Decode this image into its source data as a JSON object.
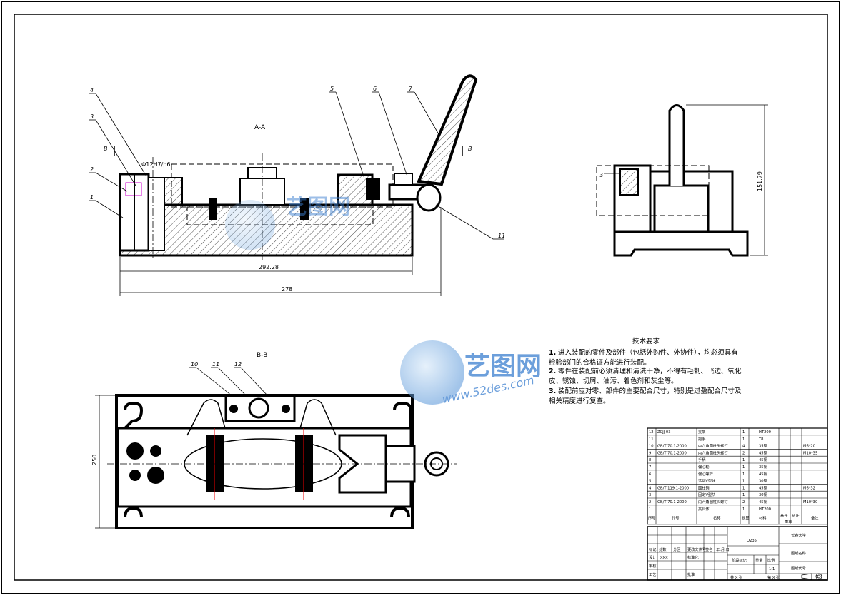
{
  "views": {
    "section_aa": "A-A",
    "section_bb": "B-B",
    "cut_mark_left": "B",
    "cut_mark_right": "B"
  },
  "balloons": {
    "front": [
      "4",
      "3",
      "2",
      "1",
      "5",
      "6",
      "7",
      "11"
    ],
    "side": [
      "3"
    ],
    "top": [
      "10",
      "11",
      "12"
    ]
  },
  "dimensions": {
    "fit": "Φ12H7/p6",
    "len_inner": "292.28",
    "len_outer": "278",
    "height": "151.79",
    "width": "250"
  },
  "tech_requirements": {
    "heading": "技术要求",
    "items": [
      {
        "num": "1.",
        "lines": [
          "进入装配的零件及部件（包括外购件、外协件），均必须具有",
          "检验部门的合格证方能进行装配。"
        ]
      },
      {
        "num": "2.",
        "lines": [
          "零件在装配前必须清理和清洗干净，不得有毛刺、飞边、氧化",
          "皮、锈蚀、切屑、油污、着色剂和灰尘等。"
        ]
      },
      {
        "num": "3.",
        "lines": [
          "装配前应对零、部件的主要配合尺寸，特别是过盈配合尺寸及",
          "相关精度进行复查。"
        ]
      }
    ]
  },
  "bom": {
    "rows": [
      {
        "no": "12",
        "code": "ZCJJ-03",
        "name": "支架",
        "qty": "1",
        "mat": "HT200",
        "note": ""
      },
      {
        "no": "11",
        "code": "",
        "name": "把手",
        "qty": "1",
        "mat": "T8",
        "note": ""
      },
      {
        "no": "10",
        "code": "GB/T 70.1-2000",
        "name": "内六角圆柱头螺钉",
        "qty": "4",
        "mat": "35钢",
        "note": "M6*20"
      },
      {
        "no": "9",
        "code": "GB/T 70.1-2000",
        "name": "内六角圆柱头螺钉",
        "qty": "2",
        "mat": "45钢",
        "note": "M10*35"
      },
      {
        "no": "8",
        "code": "",
        "name": "手柄",
        "qty": "1",
        "mat": "45钢",
        "note": ""
      },
      {
        "no": "7",
        "code": "",
        "name": "偏心轮",
        "qty": "1",
        "mat": "35钢",
        "note": ""
      },
      {
        "no": "6",
        "code": "",
        "name": "偏心螺杆",
        "qty": "1",
        "mat": "45钢",
        "note": ""
      },
      {
        "no": "5",
        "code": "",
        "name": "活动V型块",
        "qty": "1",
        "mat": "30钢",
        "note": ""
      },
      {
        "no": "4",
        "code": "GB/T 119.1-2000",
        "name": "圆柱销",
        "qty": "1",
        "mat": "45钢",
        "note": "M6*32"
      },
      {
        "no": "3",
        "code": "",
        "name": "固定V型块",
        "qty": "1",
        "mat": "30钢",
        "note": ""
      },
      {
        "no": "2",
        "code": "GB/T 70.1-2000",
        "name": "内六角圆柱头螺钉",
        "qty": "2",
        "mat": "45钢",
        "note": "M10*30"
      },
      {
        "no": "1",
        "code": "",
        "name": "夹具体",
        "qty": "1",
        "mat": "HT200",
        "note": ""
      }
    ],
    "header": {
      "no": "序号",
      "code": "代号",
      "name": "名称",
      "qty": "数量",
      "mat": "材料",
      "unit": "单件",
      "total": "总计",
      "weight": "重量",
      "note": "备注"
    }
  },
  "title_block": {
    "material": "Q235",
    "school": "长春大学",
    "drawing_name": "图纸名称",
    "drawing_no": "图纸代号",
    "stage": "阶段标记",
    "weight": "重量",
    "scale_label": "比例",
    "scale": "1:1",
    "sheets": "共 X 张",
    "sheet_no": "第 X 张",
    "mark": "标记",
    "count": "处数",
    "zone": "分区",
    "change_no": "更改文件号",
    "sign": "签名",
    "date": "年.月.日",
    "design": "设计",
    "designer": "XXX",
    "standardize": "标准化",
    "review": "审核",
    "process": "工艺",
    "approve": "批准"
  },
  "watermark": {
    "brand": "艺图网",
    "url": "www.52des.com"
  }
}
